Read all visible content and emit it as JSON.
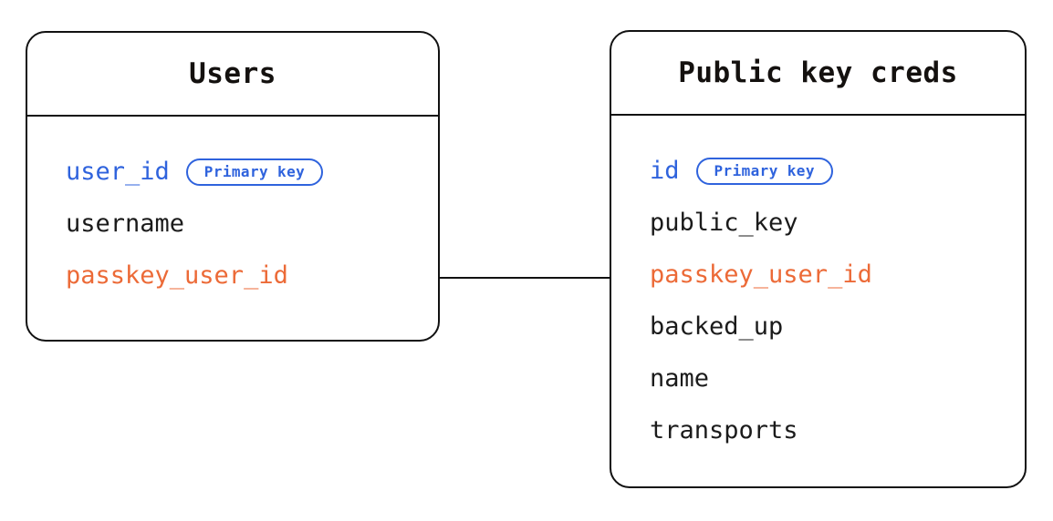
{
  "diagram": {
    "type": "entity-relationship-diagram",
    "background_color": "#ffffff",
    "colors": {
      "border": "#111111",
      "text": "#1b1b1b",
      "primary_key": "#2f63dd",
      "foreign_key": "#ec6a37"
    },
    "entities": [
      {
        "id": "users",
        "title": "Users",
        "fields": [
          {
            "name": "user_id",
            "role": "primary",
            "badge": "Primary key"
          },
          {
            "name": "username",
            "role": "plain",
            "badge": null
          },
          {
            "name": "passkey_user_id",
            "role": "foreign",
            "badge": null
          }
        ]
      },
      {
        "id": "public_key_creds",
        "title": "Public key creds",
        "fields": [
          {
            "name": "id",
            "role": "primary",
            "badge": "Primary key"
          },
          {
            "name": "public_key",
            "role": "plain",
            "badge": null
          },
          {
            "name": "passkey_user_id",
            "role": "foreign",
            "badge": null
          },
          {
            "name": "backed_up",
            "role": "plain",
            "badge": null
          },
          {
            "name": "name",
            "role": "plain",
            "badge": null
          },
          {
            "name": "transports",
            "role": "plain",
            "badge": null
          }
        ]
      }
    ],
    "relationships": [
      {
        "id": "users-to-public-key-creds",
        "from_entity": "users",
        "from_field": "passkey_user_id",
        "to_entity": "public_key_creds",
        "to_field": "passkey_user_id",
        "style": "solid-line"
      }
    ]
  }
}
